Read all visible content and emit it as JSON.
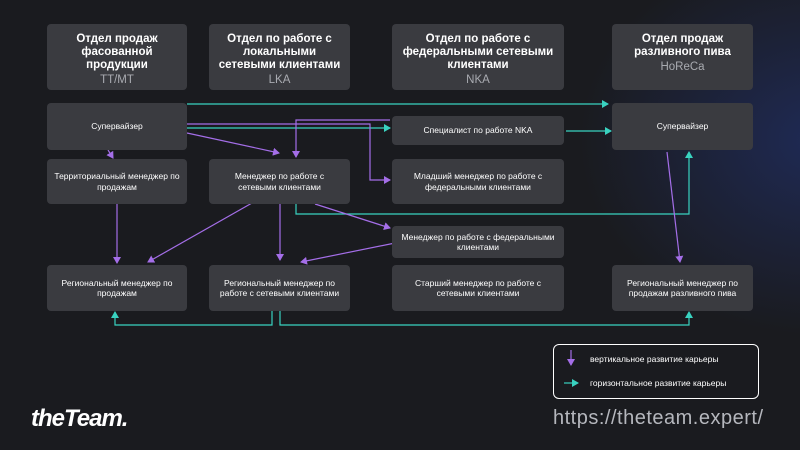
{
  "departments": [
    {
      "title": "Отдел продаж фасованной продукции",
      "sub": "TT/MT"
    },
    {
      "title": "Отдел по работе с локальными сетевыми клиентами",
      "sub": "LKA"
    },
    {
      "title": "Отдел по работе с федеральными сетевыми клиентами",
      "sub": "NKA"
    },
    {
      "title": "Отдел продаж разливного пива",
      "sub": "HoReCa"
    }
  ],
  "roles": {
    "supervisor_tt": "Супервайзер",
    "territorial_manager": "Территориальный менеджер по продажам",
    "regional_manager_tt": "Региональный менеджер по продажам",
    "manager_network": "Менеджер по работе с сетевыми клиентами",
    "regional_manager_network": "Региональный менеджер по работе с сетевыми клиентами",
    "specialist_nka": "Специалист по работе NKA",
    "junior_manager_federal": "Младший менеджер по работе с федеральными клиентами",
    "manager_federal": "Менеджер по работе с федеральными клиентами",
    "senior_manager_network": "Старший менеджер по работе с сетевыми клиентами",
    "supervisor_horeca": "Супервайзер",
    "regional_manager_draft": "Региональный менеджер по продажам разливного пива"
  },
  "legend": {
    "vertical": "вертикальное развитие карьеры",
    "horizontal": "горизонтальное развитие карьеры"
  },
  "colors": {
    "vertical": "#a46ee8",
    "horizontal": "#39d2c0",
    "box": "#3a3b40",
    "background": "#1a1b1f"
  },
  "brand": "theTeam.",
  "url": "https://theteam.expert/"
}
